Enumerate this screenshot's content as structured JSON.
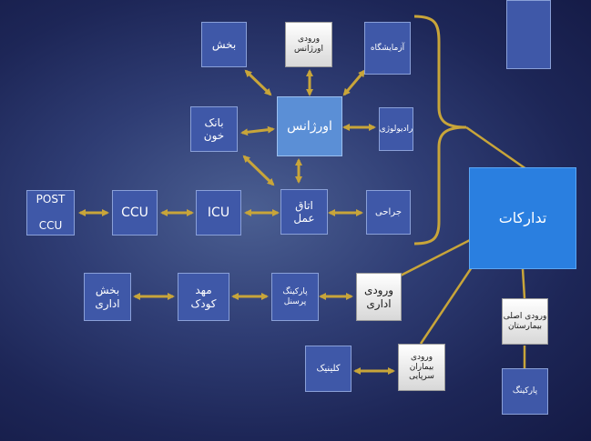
{
  "colors": {
    "arrow": "#c8a53a",
    "node": "#3f58a8",
    "node_light": "#5b8fd6",
    "node_bright": "#2a7fe0",
    "node_white": "#f0f0f0"
  },
  "nodes": {
    "bakhsh": "بخش",
    "vorudi_orjans": "ورودی\nاورژانس",
    "azmayeshgah": "آزمایشگاه",
    "orjans": "اورژانس",
    "radiology": "رادیولوژی",
    "bank_khun": "بانک\nخون",
    "otagh_amal": "اتاق\nعمل",
    "jarrahi": "جراحی",
    "post_ccu": "POST\n\nCCU",
    "ccu": "CCU",
    "icu": "ICU",
    "tadarokat": "تدارکات",
    "vorudi_edari": "ورودی\nاداری",
    "parking_personel": "پارکینگ\nپرسنل",
    "mahd_kudak": "مهد\nکودک",
    "bakhsh_edari": "بخش\nاداری",
    "vorudi_asli": "ورودی اصلی\nبیمارستان",
    "parking": "پارکینگ",
    "vorudi_sarpaei": "ورودی\nبیماران\nسرپایی",
    "clinic": "کلینیک",
    "top_right_panel": ""
  }
}
